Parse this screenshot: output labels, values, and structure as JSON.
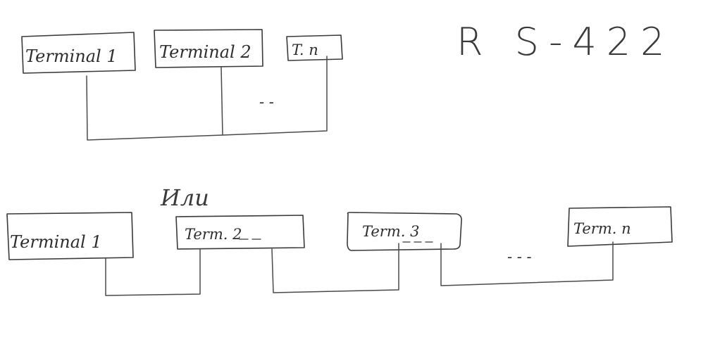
{
  "title": "R S-422",
  "separator": "Или",
  "ellipsis": "- -",
  "top_row": {
    "terminals": [
      "Terminal 1",
      "Terminal 2",
      "T. n"
    ]
  },
  "bottom_row": {
    "terminals": [
      "Terminal 1",
      "Term. 2",
      "Term. 3",
      "Term. n"
    ]
  },
  "bottom_ellipsis": "- - -"
}
